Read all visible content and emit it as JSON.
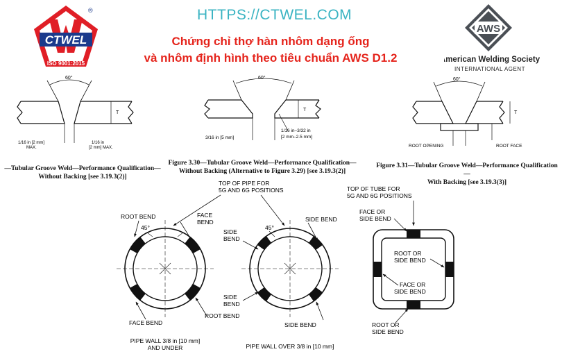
{
  "header": {
    "url": "HTTPS://CTWEL.COM",
    "title_line1": "Chứng chỉ thợ hàn nhôm  dạng ống",
    "title_line2": "và nhôm định hình theo tiêu chuẩn AWS D1.2"
  },
  "logo_left": {
    "brand": "CTWEL",
    "registered": "®",
    "iso": "ISO 9001:2015",
    "colors": {
      "red": "#e01e26",
      "blue": "#1b3a8c"
    }
  },
  "logo_right": {
    "mark": "AWS",
    "name": "American Welding Society",
    "agent": "INTERNATIONAL AGENT",
    "colors": {
      "grey": "#4a4f55"
    }
  },
  "figures": {
    "fig_left": {
      "angle": "60°",
      "dim_left": "1/16 in [2 mm]",
      "dim_left_2": "MAX.",
      "dim_right": "1/16 in",
      "dim_right_2": "[2 mm] MAX.",
      "t": "T",
      "caption_line1": "—Tubular Groove Weld—Performance Qualification—",
      "caption_line2": "Without Backing [see 3.19.3(2)]"
    },
    "fig_mid": {
      "angle": "60°",
      "dim_root": "3/16 in [5 mm]",
      "dim_land": "1/16 in–3/32 in",
      "dim_land_2": "[2 mm–2.5 mm]",
      "t": "T",
      "caption_line1": "Figure 3.30—Tubular Groove Weld—Performance Qualification—",
      "caption_line2": "Without Backing (Alternative to Figure 3.29) [see 3.19.3(2)]"
    },
    "fig_right": {
      "angle": "60°",
      "root_opening": "ROOT OPENING",
      "root_face": "ROOT FACE",
      "t": "T",
      "caption_line1": "Figure 3.31—Tubular Groove Weld—Performance Qualification—",
      "caption_line2": "With Backing [see 3.19.3(3)]"
    }
  },
  "bends": {
    "top_pipe_1": "TOP OF PIPE FOR",
    "top_pipe_2": "5G AND 6G POSITIONS",
    "pipe1": {
      "root_bend_top": "ROOT BEND",
      "face_bend_top_1": "FACE",
      "face_bend_top_2": "BEND",
      "angle": "45°",
      "face_bend_bottom": "FACE BEND",
      "root_bend_bottom": "ROOT BEND",
      "wall_1": "PIPE WALL 3/8 in [10 mm]",
      "wall_2": "AND UNDER"
    },
    "pipe2": {
      "angle": "45°",
      "side_bend_tr": "SIDE BEND",
      "side_bend_l_1": "SIDE",
      "side_bend_l_2": "BEND",
      "side_bend_bl_1": "SIDE",
      "side_bend_bl_2": "BEND",
      "side_bend_br": "SIDE BEND",
      "wall": "PIPE WALL OVER 3/8 in [10 mm]"
    },
    "tube": {
      "top_1": "TOP OF TUBE FOR",
      "top_2": "5G AND 6G POSITIONS",
      "face_top_1": "FACE OR",
      "face_top_2": "SIDE BEND",
      "root_mid_1": "ROOT OR",
      "root_mid_2": "SIDE BEND",
      "face_mid_1": "FACE OR",
      "face_mid_2": "SIDE BEND",
      "root_bottom_1": "ROOT OR",
      "root_bottom_2": "SIDE BEND"
    }
  }
}
